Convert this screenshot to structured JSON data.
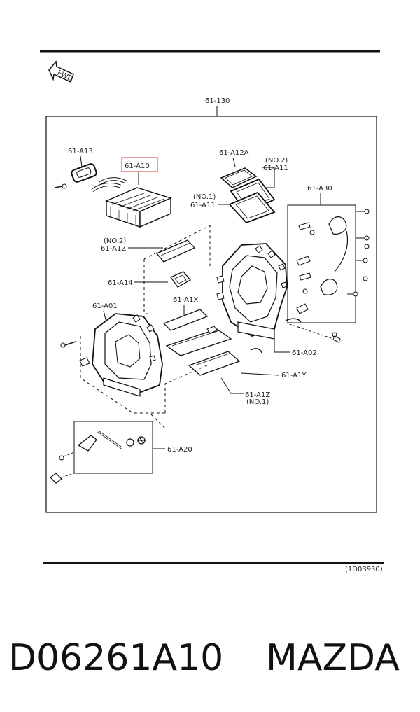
{
  "diagram": {
    "fwd_label": "FWD",
    "assembly_label": "61-130",
    "labels": {
      "a13": "61-A13",
      "a10": "61-A10",
      "a12a": "61-A12A",
      "a11_no2_note": "(NO.2)",
      "a11_no2": "61-A11",
      "a11_no1_note": "(NO.1)",
      "a11_no1": "61-A11",
      "a30": "61-A30",
      "a12_no2_note": "(NO.2)",
      "a12_no2": "61-A1Z",
      "a14": "61-A14",
      "a1x": "61-A1X",
      "a01": "61-A01",
      "a02": "61-A02",
      "a1y": "61-A1Y",
      "a12_no1": "61-A1Z",
      "a12_no1_note": "(NO.1)",
      "a20": "61-A20"
    },
    "figure_ref": "(1D03930)",
    "highlight_color": "#e05a5a"
  },
  "caption": {
    "part_number": "D06261A10",
    "brand": "MAZDA"
  }
}
